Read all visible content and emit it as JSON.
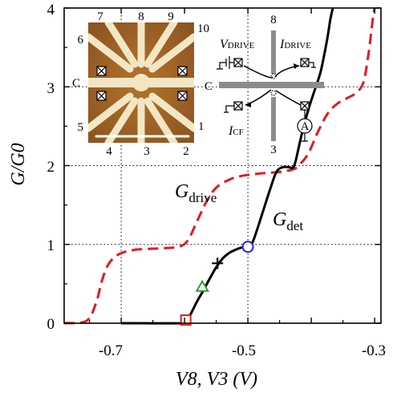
{
  "chart_data": {
    "type": "line",
    "xlabel": "V8, V3 (V)",
    "ylabel": "G/G0",
    "xlim": [
      -0.79,
      -0.29
    ],
    "ylim": [
      0,
      4
    ],
    "x_ticks": [
      "-0.7",
      "-0.5",
      "-0.3"
    ],
    "y_ticks": [
      "0",
      "1",
      "2",
      "3",
      "4"
    ],
    "grid": "dotted reference lines at G/G0 = 1, 2, 3 and V = -0.7, -0.5",
    "series": [
      {
        "name": "G_drive",
        "style": "dashed",
        "color": "#e41a1c",
        "points": [
          [
            -0.79,
            0.0
          ],
          [
            -0.755,
            0.03
          ],
          [
            -0.74,
            0.25
          ],
          [
            -0.73,
            0.55
          ],
          [
            -0.72,
            0.75
          ],
          [
            -0.705,
            0.87
          ],
          [
            -0.68,
            0.93
          ],
          [
            -0.64,
            0.95
          ],
          [
            -0.61,
            0.97
          ],
          [
            -0.595,
            1.05
          ],
          [
            -0.58,
            1.3
          ],
          [
            -0.565,
            1.55
          ],
          [
            -0.55,
            1.72
          ],
          [
            -0.53,
            1.82
          ],
          [
            -0.51,
            1.87
          ],
          [
            -0.48,
            1.9
          ],
          [
            -0.45,
            1.92
          ],
          [
            -0.43,
            1.95
          ],
          [
            -0.42,
            2.0
          ],
          [
            -0.405,
            2.15
          ],
          [
            -0.39,
            2.42
          ],
          [
            -0.375,
            2.65
          ],
          [
            -0.36,
            2.78
          ],
          [
            -0.345,
            2.85
          ],
          [
            -0.33,
            2.92
          ],
          [
            -0.318,
            3.05
          ],
          [
            -0.31,
            3.4
          ],
          [
            -0.303,
            3.85
          ],
          [
            -0.3,
            4.0
          ]
        ]
      },
      {
        "name": "G_det",
        "style": "solid",
        "color": "#000000",
        "points": [
          [
            -0.7,
            0.0
          ],
          [
            -0.6,
            0.0
          ],
          [
            -0.597,
            0.02
          ],
          [
            -0.59,
            0.12
          ],
          [
            -0.58,
            0.28
          ],
          [
            -0.57,
            0.42
          ],
          [
            -0.56,
            0.57
          ],
          [
            -0.55,
            0.71
          ],
          [
            -0.54,
            0.82
          ],
          [
            -0.53,
            0.89
          ],
          [
            -0.52,
            0.93
          ],
          [
            -0.51,
            0.96
          ],
          [
            -0.5,
            0.97
          ],
          [
            -0.493,
            1.02
          ],
          [
            -0.485,
            1.2
          ],
          [
            -0.475,
            1.45
          ],
          [
            -0.465,
            1.7
          ],
          [
            -0.455,
            1.92
          ],
          [
            -0.445,
            1.98
          ],
          [
            -0.435,
            1.98
          ],
          [
            -0.43,
            1.97
          ],
          [
            -0.425,
            2.05
          ],
          [
            -0.415,
            2.4
          ],
          [
            -0.405,
            2.7
          ],
          [
            -0.395,
            2.95
          ],
          [
            -0.385,
            3.2
          ],
          [
            -0.375,
            3.6
          ],
          [
            -0.37,
            3.85
          ],
          [
            -0.366,
            4.0
          ]
        ]
      }
    ],
    "markers": [
      {
        "shape": "square",
        "color": "#e41a1c",
        "x": -0.598,
        "y": 0.04
      },
      {
        "shape": "triangle",
        "color": "#2ca02c",
        "x": -0.572,
        "y": 0.46
      },
      {
        "shape": "plus",
        "color": "#000000",
        "x": -0.548,
        "y": 0.76
      },
      {
        "shape": "circle",
        "color": "#1f1fe0",
        "x": -0.5,
        "y": 0.97
      }
    ],
    "annotations": {
      "drive": {
        "main": "G",
        "sub": "drive"
      },
      "det": {
        "main": "G",
        "sub": "det"
      }
    }
  },
  "inset": {
    "gate_numbers": [
      "7",
      "8",
      "9",
      "10",
      "6",
      "1",
      "5",
      "4",
      "3",
      "2"
    ],
    "c_label": "C"
  },
  "schematic": {
    "top_number": "8",
    "bottom_number": "3",
    "c_label": "C",
    "v_drive": {
      "main": "V",
      "sub": "DRIVE"
    },
    "i_drive": {
      "main": "I",
      "sub": "DRIVE"
    },
    "i_cf": {
      "main": "I",
      "sub": "CF"
    },
    "ammeter": "A"
  }
}
